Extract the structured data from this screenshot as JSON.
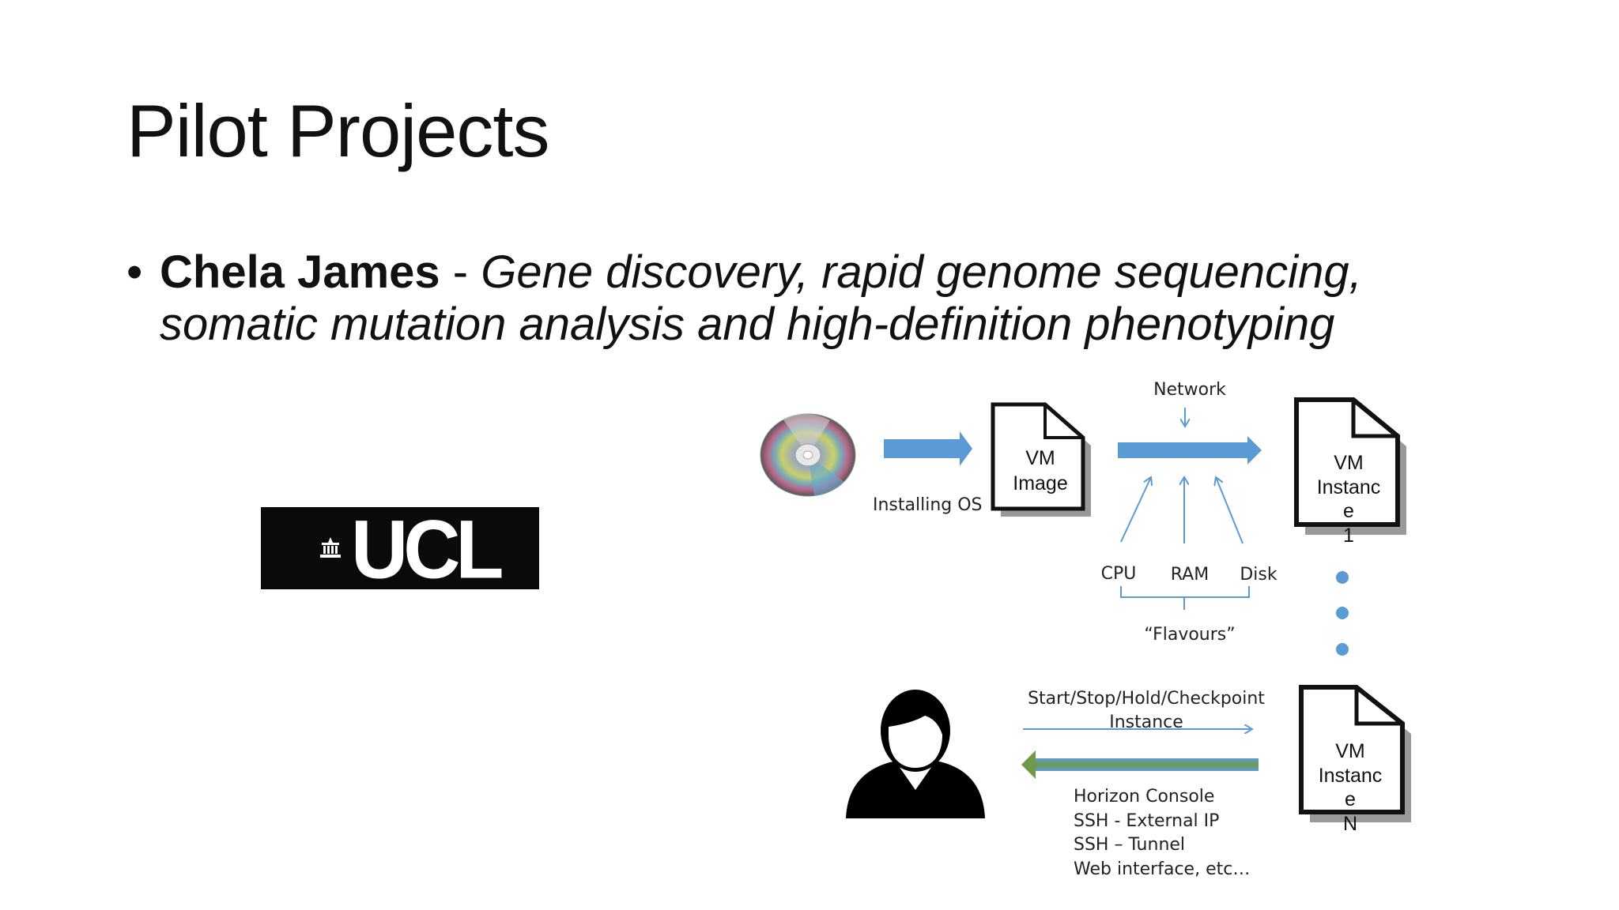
{
  "slide": {
    "title": "Pilot Projects",
    "bullet": {
      "marker": "•",
      "name": "Chela James",
      "separator": " - ",
      "description": "Gene discovery, rapid genome sequencing, somatic mutation analysis and high-definition phenotyping"
    }
  },
  "logo": {
    "text": "UCL"
  },
  "diagram": {
    "installing_os": "Installing OS",
    "vm_image": [
      "VM",
      "Image"
    ],
    "network": "Network",
    "vm_instance_1": [
      "VM",
      "Instanc",
      "e",
      "1"
    ],
    "vm_instance_n": [
      "VM",
      "Instanc",
      "e",
      "N"
    ],
    "cpu": "CPU",
    "ram": "RAM",
    "disk": "Disk",
    "flavours": "“Flavours”",
    "start_stop": [
      "Start/Stop/Hold/Checkpoint",
      "Instance"
    ],
    "access_methods": [
      "Horizon Console",
      "SSH - External IP",
      "SSH – Tunnel",
      "Web interface, etc…"
    ],
    "colors": {
      "arrow_blue": "#5b9bd5",
      "return_arrow_green": "#6e9a4a",
      "dots": "#5b9bd5"
    }
  }
}
